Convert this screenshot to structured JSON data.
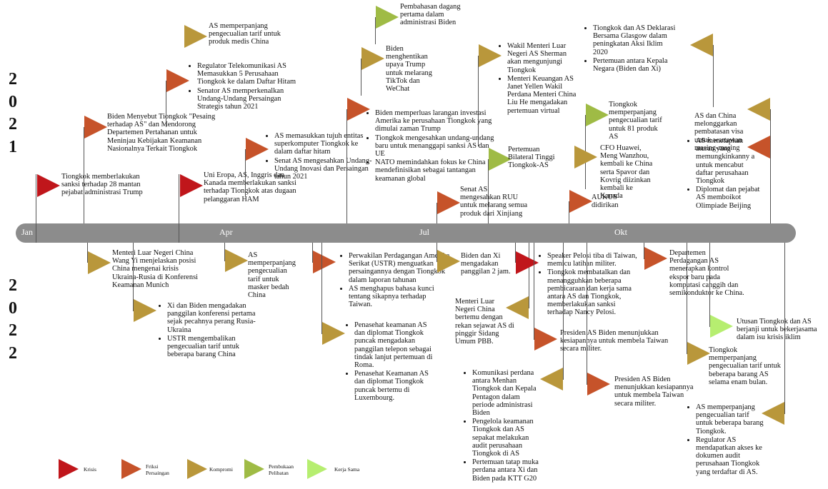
{
  "years": {
    "top": [
      "2",
      "0",
      "2",
      "1"
    ],
    "bottom": [
      "2",
      "0",
      "2",
      "2"
    ]
  },
  "colors": {
    "krisis": "#c0161b",
    "friksi": "#c6532a",
    "kompromi": "#b9973b",
    "pembukaan": "#9fbb45",
    "kerjasama": "#b6ee70"
  },
  "months": [
    "Jan",
    "Apr",
    "Jul",
    "Okt"
  ],
  "events2021": [
    {
      "text": "Tiongkok memberlakukan sanksi terhadap 28 mantan pejabat administrasi Trump",
      "cat": "krisis"
    },
    {
      "text": "Biden Menyebut Tiongkok \"Pesaing terhadap AS\" dan Mendorong Departemen Pertahanan untuk Meninjau Kebijakan Keamanan Nasionalnya Terkait Tiongkok",
      "cat": "friksi"
    },
    {
      "items": [
        "Regulator Telekomunikasi AS Memasukkan 5 Perusahaan Tiongkok ke dalam Daftar Hitam",
        "Senator AS memperkenalkan Undang-Undang Persaingan Strategis tahun 2021"
      ],
      "cat": "friksi"
    },
    {
      "text": "AS memperpanjang pengecualian tarif untuk produk medis China",
      "cat": "kompromi"
    },
    {
      "text": "Uni Eropa, AS, Inggris dan Kanada memberlakukan sanksi terhadap Tiongkok atas dugaan pelanggaran HAM",
      "cat": "krisis"
    },
    {
      "items": [
        "AS memasukkan tujuh entitas superkomputer Tiongkok ke dalam daftar hitam",
        "Senat AS mengesahkan Undang-Undang Inovasi dan Persaingan tahun 2021"
      ],
      "cat": "friksi"
    },
    {
      "items": [
        "Biden memperluas larangan investasi Amerika ke perusahaan Tiongkok yang dimulai zaman Trump",
        "Tiongkok mengesahkan undang-undang baru untuk menanggapi sanksi AS dan UE",
        "NATO memindahkan fokus ke China mendefinisikan sebagai tantangan keamanan global"
      ],
      "cat": "friksi"
    },
    {
      "text": "Biden menghentikan upaya Trump untuk melarang TikTok dan WeChat",
      "cat": "kompromi"
    },
    {
      "text": "Pembahasan dagang pertama dalam administrasi Biden",
      "cat": "pembukaan"
    },
    {
      "text": "Senat AS mengesahkan RUU untuk melarang semua produk dari Xinjiang",
      "cat": "friksi"
    },
    {
      "text": "Pertemuan Bilateral Tinggi Tiongkok-AS",
      "cat": "pembukaan"
    },
    {
      "items": [
        "Wakil Menteri Luar Negeri AS Sherman akan mengunjungi Tiongkok",
        "Menteri Keuangan AS Janet Yellen  Wakil Perdana Menteri China Liu He mengadakan pertemuan virtual"
      ],
      "cat": "kompromi"
    },
    {
      "text": "Tiongkok memperpanjang pengecualian tarif untuk 81 produk AS",
      "cat": "pembukaan"
    },
    {
      "text": "CFO Huawei, Meng Wanzhou, kembali ke China serta Spavor dan Kovrig diizinkan kembali ke Kanada",
      "cat": "kompromi"
    },
    {
      "text": "AUKUS didirikan",
      "cat": "friksi"
    },
    {
      "items": [
        "Tiongkok dan AS Deklarasi Bersama Glasgow dalam peningkatan Aksi Iklim 2020",
        "Pertemuan antara Kepala Negara (Biden dan Xi)"
      ],
      "cat": "kompromi"
    },
    {
      "text": "AS dan China melonggarkan pembatasan visa untuk wartawan masing-masing",
      "cat": "kompromi"
    },
    {
      "items": [
        "AS menetapkan aturan yang memungkinkanny a untuk mencabut daftar perusahaan Tiongkok",
        "Diplomat dan pejabat AS memboikot Olimpiade Beijing"
      ],
      "cat": "friksi"
    }
  ],
  "events2022": [
    {
      "text": "Menteri Luar Negeri China Wang Yi menjelaskan posisi China mengenai krisis Ukraina-Rusia di Konferensi Keamanan Munich",
      "cat": "kompromi"
    },
    {
      "items": [
        "Xi dan Biden mengadakan panggilan konferensi pertama sejak pecahnya perang Rusia-Ukraina",
        "USTR mengembalikan pengecualian tarif untuk beberapa barang China"
      ],
      "cat": "kompromi"
    },
    {
      "text": "AS memperpanjang pengecualian tarif untuk masker bedah China",
      "cat": "kompromi"
    },
    {
      "items": [
        "Perwakilan Perdagangan Amerika Serikat (USTR) menguatkan persaingannya dengan Tiongkok dalam laporan tahunan",
        "AS menghapus bahasa kunci tentang sikapnya terhadap Taiwan."
      ],
      "cat": "friksi"
    },
    {
      "items": [
        "Penasehat keamanan AS dan diplomat Tiongkok puncak mengadakan panggilan telepon sebagai tindak lanjut pertemuan di Roma.",
        "Penasehat Keamanan AS dan diplomat Tiongkok puncak bertemu di Luxembourg."
      ],
      "cat": "kompromi"
    },
    {
      "text": "Biden dan Xi mengadakan panggilan 2 jam.",
      "cat": "kompromi"
    },
    {
      "text": "Menteri Luar Negeri China bertemu dengan rekan sejawat AS di pinggir Sidang Umum PBB.",
      "cat": "kompromi"
    },
    {
      "items": [
        "Komunikasi perdana antara Menhan Tiongkok dan Kepala Pentagon dalam periode administrasi Biden",
        "Pengelola keamanan Tiongkok dan AS sepakat melakukan audit perusahaan Tiongkok di AS",
        "Pertemuan tatap muka perdana antara Xi dan Biden pada KTT G20"
      ],
      "cat": "kompromi"
    },
    {
      "items": [
        "Speaker Pelosi tiba di Taiwan, memicu latihan militer.",
        "Tiongkok membatalkan dan menangguhkan beberapa pembicaraan dan kerja sama antara AS dan Tiongkok, memberlakukan sanksi terhadap Nancy Pelosi."
      ],
      "cat": "krisis"
    },
    {
      "text": "Presiden AS Biden menunjukkan kesiapannya untuk membela Taiwan secara militer.",
      "cat": "friksi"
    },
    {
      "text": "Presiden AS Biden menunjukkan kesiapannya untuk membela Taiwan secara militer.",
      "cat": "friksi"
    },
    {
      "text": "Departemen Perdagangan AS menerapkan kontrol ekspor baru pada komputasi canggih dan semikonduktor ke China.",
      "cat": "friksi"
    },
    {
      "text": "Utusan Tiongkok dan AS berjanji untuk bekerjasama dalam isu krisis iklim",
      "cat": "kerjasama"
    },
    {
      "text": "Tiongkok memperpanjang pengecualian tarif untuk beberapa barang AS selama enam bulan.",
      "cat": "kompromi"
    },
    {
      "items": [
        "AS memperpanjang pengecualian tarif untuk beberapa barang Tiongkok.",
        "Regulator AS mendapatkan akses ke dokumen audit perusahaan Tiongkok yang terdaftar di AS."
      ],
      "cat": "kompromi"
    }
  ],
  "legend": [
    {
      "label": "Krisis",
      "cat": "krisis"
    },
    {
      "label": "Friksi Persaingan",
      "cat": "friksi"
    },
    {
      "label": "Kompromi",
      "cat": "kompromi"
    },
    {
      "label": "Pembukaan Pelibatan",
      "cat": "pembukaan"
    },
    {
      "label": "Kerja Sama",
      "cat": "kerjasama"
    }
  ]
}
